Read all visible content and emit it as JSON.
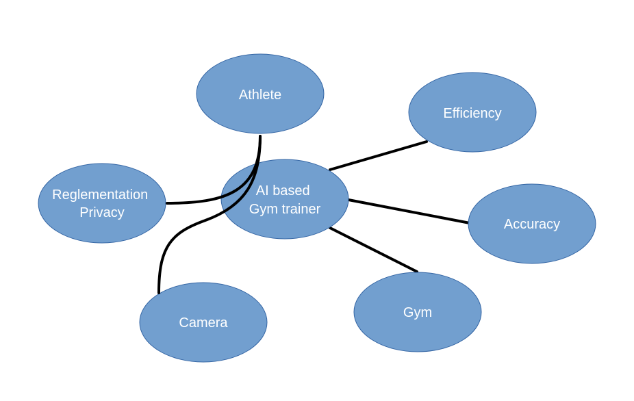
{
  "nodes": {
    "athlete": {
      "lines": [
        "Athlete"
      ]
    },
    "efficiency": {
      "lines": [
        "Efficiency"
      ]
    },
    "center": {
      "lines": [
        "AI based",
        "Gym trainer"
      ]
    },
    "regulation": {
      "lines": [
        "Reglementation",
        "Privacy"
      ]
    },
    "accuracy": {
      "lines": [
        "Accuracy"
      ]
    },
    "camera": {
      "lines": [
        "Camera"
      ]
    },
    "gym": {
      "lines": [
        "Gym"
      ]
    }
  },
  "edges": [
    [
      "center",
      "efficiency"
    ],
    [
      "center",
      "accuracy"
    ],
    [
      "center",
      "gym"
    ],
    [
      "athlete",
      "regulation"
    ],
    [
      "athlete",
      "camera"
    ]
  ],
  "colors": {
    "node_fill": "#729fcf",
    "node_stroke": "#3465a4",
    "edge": "#000000",
    "text": "#ffffff"
  }
}
